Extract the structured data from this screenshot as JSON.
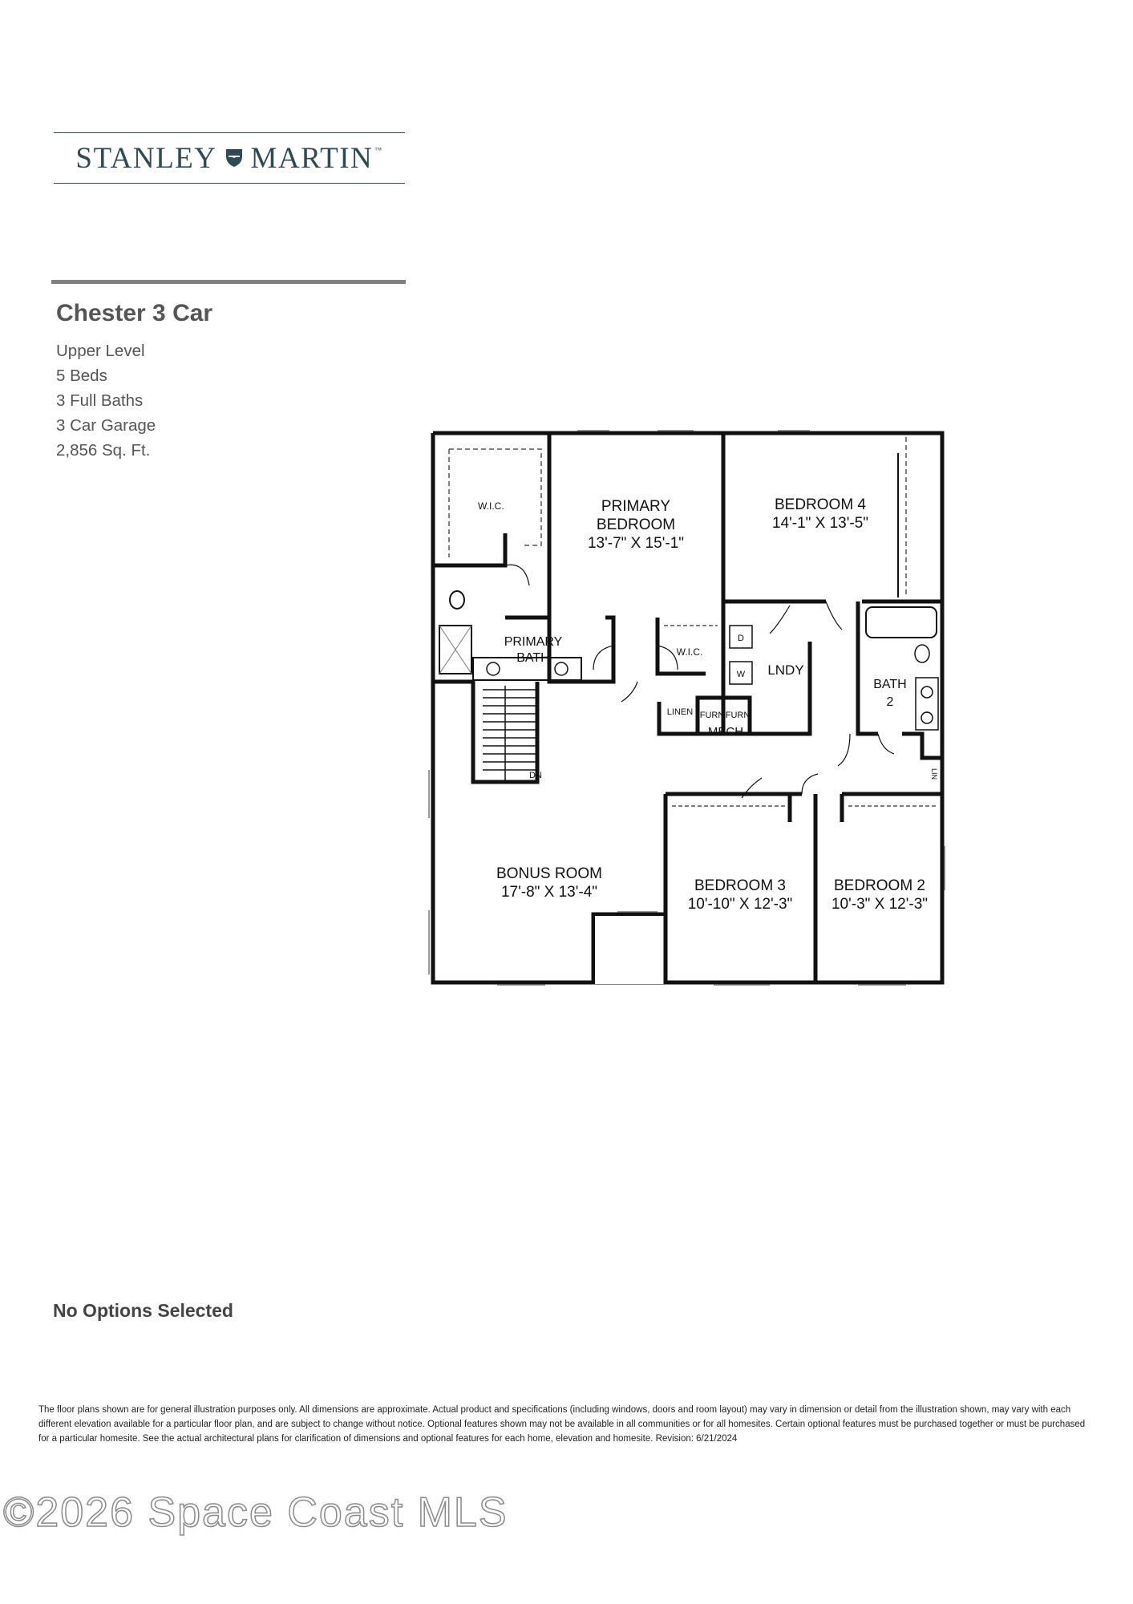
{
  "brand": {
    "name_left": "STANLEY",
    "name_right": "MARTIN",
    "trademark": "™",
    "color": "#2e4a55"
  },
  "plan": {
    "name": "Chester 3 Car",
    "level": "Upper Level",
    "beds": "5 Beds",
    "baths": "3 Full Baths",
    "garage": "3 Car Garage",
    "area": "2,856 Sq. Ft."
  },
  "floorplan": {
    "rooms": {
      "primary_wic": "W.I.C.",
      "primary_bedroom": [
        "PRIMARY",
        "BEDROOM"
      ],
      "primary_bedroom_dim": "13'-7\" X 15'-1\"",
      "bedroom4": "BEDROOM 4",
      "bedroom4_dim": "14'-1\" X 13'-5\"",
      "primary_bath": [
        "PRIMARY",
        "BATH"
      ],
      "wic2": "W.I.C.",
      "dryer": "D",
      "washer": "W",
      "laundry": "LNDY",
      "bath2": [
        "BATH",
        "2"
      ],
      "linen": "LINEN",
      "furn1": "FURN",
      "furn2": "FURN",
      "mech": "MECH",
      "lin": "LIN",
      "stairs_down": "DN",
      "bonus_room": "BONUS ROOM",
      "bonus_room_dim": "17'-8\" X 13'-4\"",
      "bedroom3": "BEDROOM 3",
      "bedroom3_dim": "10'-10\" X 12'-3\"",
      "bedroom2": "BEDROOM 2",
      "bedroom2_dim": "10'-3\" X 12'-3\""
    }
  },
  "options_text": "No Options Selected",
  "disclaimer": "The floor plans shown are for general illustration purposes only. All dimensions are approximate. Actual product and specifications (including windows, doors and room layout) may vary in dimension or detail from the illustration shown, may vary with each different elevation available for a particular floor plan, and are subject to change without notice. Optional features shown may not be available in all communities or for all homesites. Certain optional features must be purchased together or must be purchased for a particular homesite. See the actual architectural plans for clarification of dimensions and optional features for each home, elevation and homesite. Revision: 6/21/2024",
  "watermark": "©2026 Space Coast MLS"
}
